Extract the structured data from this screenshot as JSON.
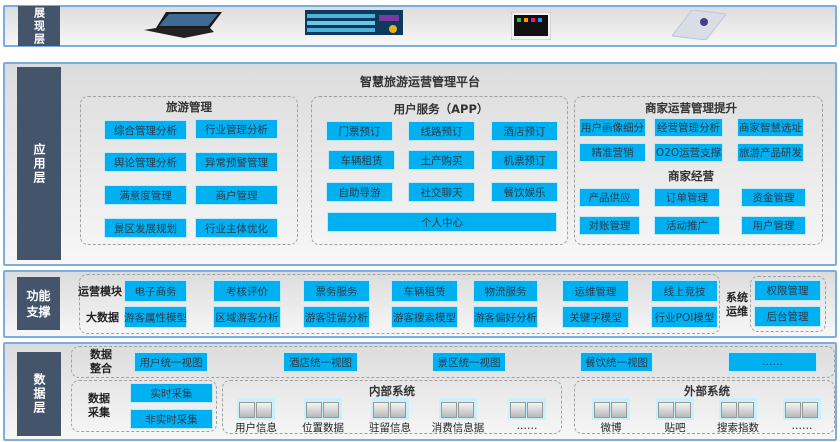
{
  "presentation_layer": {
    "label": "展现层",
    "devices": [
      "laptop-icon",
      "dashboard-screen-icon",
      "tablet-icon",
      "mobile-phone-icon"
    ]
  },
  "application_layer": {
    "label": "应用层",
    "title": "智慧旅游运营管理平台",
    "tourism_management": {
      "title": "旅游管理",
      "items": [
        "综合管理分析",
        "行业管理分析",
        "舆论管理分析",
        "异常预警管理",
        "满意度管理",
        "商户管理",
        "景区发展规划",
        "行业主体优化"
      ]
    },
    "user_services": {
      "title": "用户服务（APP）",
      "items": [
        "门票预订",
        "线路预订",
        "酒店预订",
        "车辆租赁",
        "土产购买",
        "机票预订",
        "自助导游",
        "社交聊天",
        "餐饮娱乐",
        "个人中心"
      ]
    },
    "merchant_upgrade": {
      "title": "商家运营管理提升",
      "items": [
        "用户画像细分",
        "经营管理分析",
        "商家智慧选址",
        "精准营销",
        "O2O运营支撑",
        "旅游产品研发"
      ]
    },
    "merchant_operations": {
      "title": "商家经营",
      "items": [
        "产品供应",
        "订单管理",
        "资金管理",
        "对账管理",
        "活动推广",
        "用户管理"
      ]
    }
  },
  "function_layer": {
    "label": "功能支撑",
    "operations_label": "运营模块",
    "operations": [
      "电子商务",
      "考核评价",
      "票务服务",
      "车辆租赁",
      "物流服务",
      "运维管理",
      "线上竞技"
    ],
    "bigdata_label": "大数据",
    "bigdata": [
      "游客属性模型",
      "区域游客分析",
      "游客驻留分析",
      "游客搜索模型",
      "游客偏好分析",
      "关键字模型",
      "行业POI模型"
    ],
    "sysops_label": "系统运维",
    "sysops": [
      "权限管理",
      "后台管理"
    ]
  },
  "data_layer": {
    "label": "数据层",
    "integration_label": "数据整合",
    "integration": [
      "用户统一视图",
      "酒店统一视图",
      "景区统一视图",
      "餐饮统一视图",
      "……"
    ],
    "collection_label": "数据采集",
    "collection": [
      "实时采集",
      "非实时采集"
    ],
    "internal": {
      "title": "内部系统",
      "items": [
        "用户信息",
        "位置数据",
        "驻留信息",
        "消费信息据",
        "……"
      ]
    },
    "external": {
      "title": "外部系统",
      "items": [
        "微博",
        "贴吧",
        "搜索指数",
        "……"
      ]
    }
  },
  "colors": {
    "button": "#00b0f0",
    "layer_label": "#44546a",
    "band_border": "#7aaee0"
  }
}
